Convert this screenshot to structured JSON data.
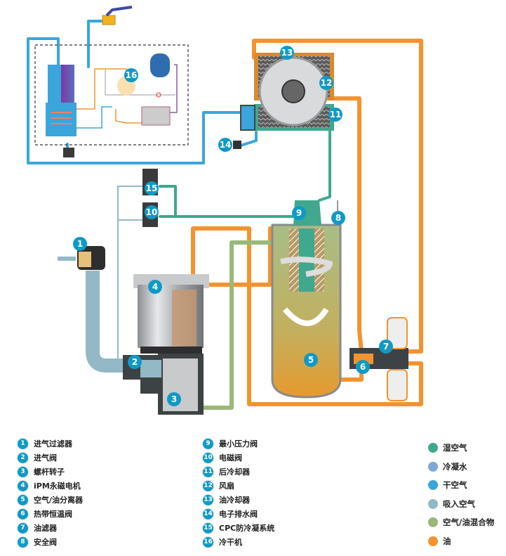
{
  "colors": {
    "badge": "#0e9ac6",
    "wet_air": "#3fa88e",
    "condensate": "#7fa7d8",
    "dry_air": "#3aa6dc",
    "intake_air": "#93b9c6",
    "air_oil_mix": "#9ab87a",
    "oil": "#f39330"
  },
  "diagram": {
    "badges": [
      {
        "id": 1,
        "label": "1"
      },
      {
        "id": 2,
        "label": "2"
      },
      {
        "id": 3,
        "label": "3"
      },
      {
        "id": 4,
        "label": "4"
      },
      {
        "id": 5,
        "label": "5"
      },
      {
        "id": 6,
        "label": "6"
      },
      {
        "id": 7,
        "label": "7"
      },
      {
        "id": 8,
        "label": "8"
      },
      {
        "id": 9,
        "label": "9"
      },
      {
        "id": 10,
        "label": "10"
      },
      {
        "id": 11,
        "label": "11"
      },
      {
        "id": 12,
        "label": "12"
      },
      {
        "id": 13,
        "label": "13"
      },
      {
        "id": 14,
        "label": "14"
      },
      {
        "id": 15,
        "label": "15"
      },
      {
        "id": 16,
        "label": "16"
      }
    ]
  },
  "components_legend": {
    "left": [
      {
        "num": "1",
        "label": "进气过滤器"
      },
      {
        "num": "2",
        "label": "进气阀"
      },
      {
        "num": "3",
        "label": "螺杆转子"
      },
      {
        "num": "4",
        "label": "iPM永磁电机"
      },
      {
        "num": "5",
        "label": "空气/油分离器"
      },
      {
        "num": "6",
        "label": "热带恒温阀"
      },
      {
        "num": "7",
        "label": "油滤器"
      },
      {
        "num": "8",
        "label": "安全阀"
      }
    ],
    "right": [
      {
        "num": "9",
        "label": "最小压力阀"
      },
      {
        "num": "10",
        "label": "电磁阀"
      },
      {
        "num": "11",
        "label": "后冷却器"
      },
      {
        "num": "12",
        "label": "风扇"
      },
      {
        "num": "13",
        "label": "油冷却器"
      },
      {
        "num": "14",
        "label": "电子排水阀"
      },
      {
        "num": "15",
        "label": "CPC防冷凝系统"
      },
      {
        "num": "16",
        "label": "冷干机"
      }
    ]
  },
  "flow_legend": [
    {
      "label": "湿空气",
      "color": "#3fa88e"
    },
    {
      "label": "冷凝水",
      "color": "#7fa7d8"
    },
    {
      "label": "干空气",
      "color": "#3aa6dc"
    },
    {
      "label": "吸入空气",
      "color": "#93b9c6"
    },
    {
      "label": "空气/油混合物",
      "color": "#9ab87a"
    },
    {
      "label": "油",
      "color": "#f39330"
    }
  ]
}
